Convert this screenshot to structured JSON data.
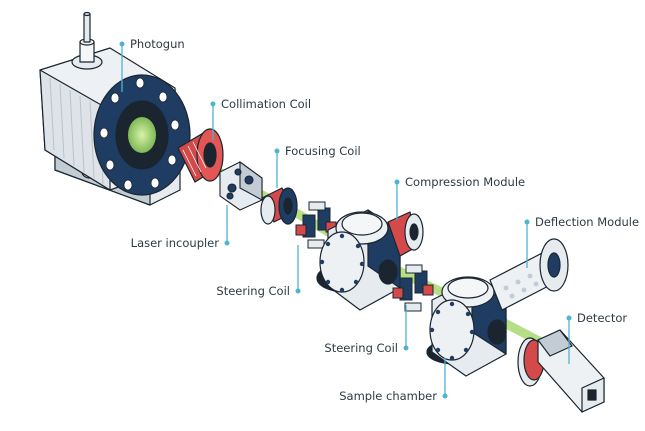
{
  "labels": {
    "photogun": "Photogun",
    "collimation_coil": "Collimation Coil",
    "focusing_coil": "Focusing Coil",
    "compression_module": "Compression Module",
    "deflection_module": "Deflection Module",
    "laser_incoupler": "Laser incoupler",
    "steering_coil_1": "Steering Coil",
    "steering_coil_2": "Steering Coil",
    "detector": "Detector",
    "sample_chamber": "Sample chamber"
  },
  "colors": {
    "navy": "#1f3d63",
    "coil_red": "#d44a4a",
    "beam_green": "#a8d870",
    "leader_cyan": "#4fb3d2",
    "metal_light": "#e6ebf0",
    "metal_mid": "#c3ccd4",
    "outline": "#1b2530"
  }
}
